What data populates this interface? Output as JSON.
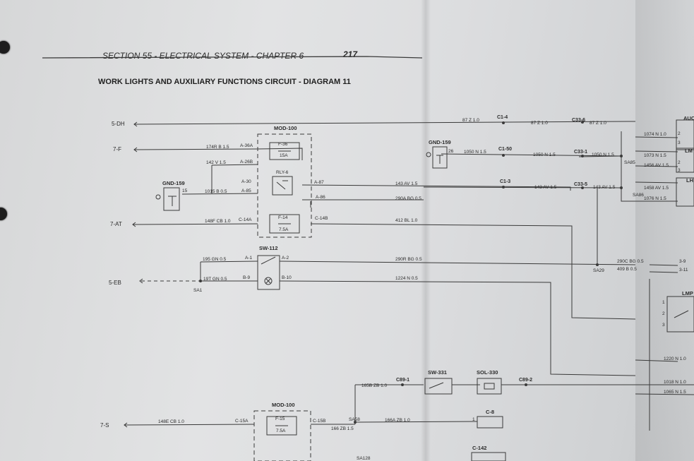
{
  "header": {
    "section": "SECTION 55 - ELECTRICAL SYSTEM - CHAPTER 6",
    "page_number": "217"
  },
  "title": "WORK LIGHTS AND AUXILIARY FUNCTIONS CIRCUIT - DIAGRAM 11",
  "signals": [
    "5-DH",
    "7-F",
    "7-AT",
    "5-EB",
    "7-S"
  ],
  "blocks": {
    "mod_top": "MOD-100",
    "mod_bottom": "MOD-100",
    "gnd_left": "GND-159",
    "gnd_right": "GND-159",
    "relay": "RLY-6",
    "sw112": "SW-112",
    "sw331": "SW-331",
    "sol330": "SOL-330",
    "c8": "C-8",
    "c142": "C-142",
    "lmp": "LMP",
    "auc": "AUC",
    "lm": "LM",
    "lh": "LH"
  },
  "fuses": {
    "f36": "F-36",
    "f36_rating": "15A",
    "f14": "F-14",
    "f14_rating": "7.5A",
    "f15": "F-15",
    "f15_rating": "7.5A"
  },
  "connectors": {
    "c1_4": "C1-4",
    "c33_6": "C33-6",
    "c1_50": "C1-50",
    "c33_1": "C33-1",
    "c1_3": "C1-3",
    "c33_5": "C33-5",
    "c89_1": "C89-1",
    "c89_2": "C89-2"
  },
  "splices": {
    "sa1": "SA1",
    "sa29": "SA29",
    "sa58": "SA58",
    "sa85": "SA85",
    "sa86": "SA86",
    "sa128": "SA128"
  },
  "pins": {
    "a36a": "A-36A",
    "a26b": "A-26B",
    "a30": "A-30",
    "a85": "A-85",
    "a87": "A-87",
    "a86": "A-86",
    "c14a": "C-14A",
    "c14b": "C-14B",
    "a1": "A-1",
    "a2": "A-2",
    "b9": "B-9",
    "b10": "B-10",
    "c15a": "C-15A",
    "c15b": "C-15B",
    "gnd_left_pin": "15",
    "gnd_right_pin": "26",
    "c8_pin": "1"
  },
  "wires": {
    "w87z_a": "87 Z 1.0",
    "w87z_b": "87 Z 1.0",
    "w87z_c": "87 Z 1.0",
    "w174r": "174R B 1.5",
    "w142": "142 V 1.5",
    "w1050_a": "1050 N 1.5",
    "w1050_b": "1050 N 1.5",
    "w1050_c": "1050 N 1.5",
    "w1015": "1015 B 0.5",
    "w143_a": "143 AV 1.5",
    "w143_b": "143 AV 1.5",
    "w143_c": "143 AV 1.5",
    "w290a": "290A BG 0.5",
    "w148f": "148F CB 1.0",
    "w412": "412 BL 1.0",
    "w195": "195 GN 0.5",
    "w290r": "290R BG 0.5",
    "w19t": "19T GN 0.5",
    "w1224": "1224 N 0.5",
    "w290c": "290C BG 0.5",
    "w409": "409 B 0.5",
    "w1220": "1220 N 1.0",
    "w1018": "1018 N 1.0",
    "w1065": "1065 N 1.5",
    "w165b": "165B ZB 1.0",
    "w148e": "148E CB 1.0",
    "w166": "166 ZB 1.5",
    "w166a": "166A ZB 1.0",
    "w1074": "1074 N 1.0",
    "w1073": "1073 N 1.5",
    "w1456": "1456 AV 1.5",
    "w1458": "1458 AV 1.5",
    "w1076": "1076 N 1.5"
  },
  "right_pins": {
    "p2a": "2",
    "p3a": "3",
    "p2b": "2",
    "p3b": "3",
    "p3_9": "3-9",
    "p3_11": "3-11",
    "p1": "1",
    "p2c": "2",
    "p3c": "3"
  }
}
